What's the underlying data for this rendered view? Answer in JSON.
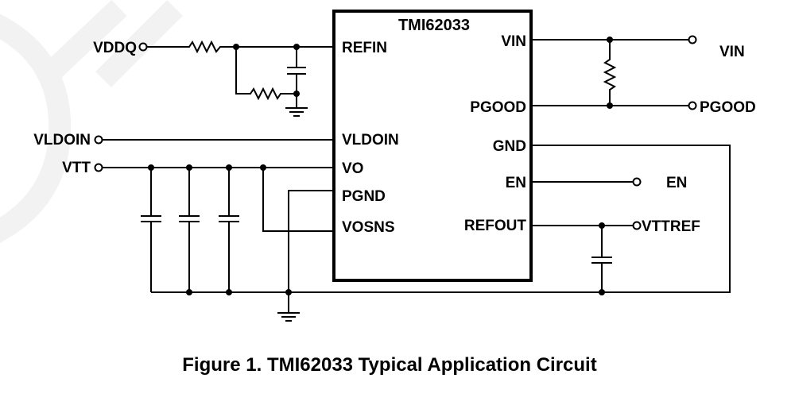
{
  "chip": {
    "name": "TMI62033",
    "left_pins": [
      "REFIN",
      "VLDOIN",
      "VO",
      "PGND",
      "VOSNS"
    ],
    "right_pins": [
      "VIN",
      "PGOOD",
      "GND",
      "EN",
      "REFOUT"
    ]
  },
  "terminals": {
    "vddq": "VDDQ",
    "vldoin": "VLDOIN",
    "vtt": "VTT",
    "vin": "VIN",
    "pgood": "PGOOD",
    "en": "EN",
    "vttref": "VTTREF"
  },
  "caption": "Figure 1. TMI62033 Typical Application Circuit"
}
